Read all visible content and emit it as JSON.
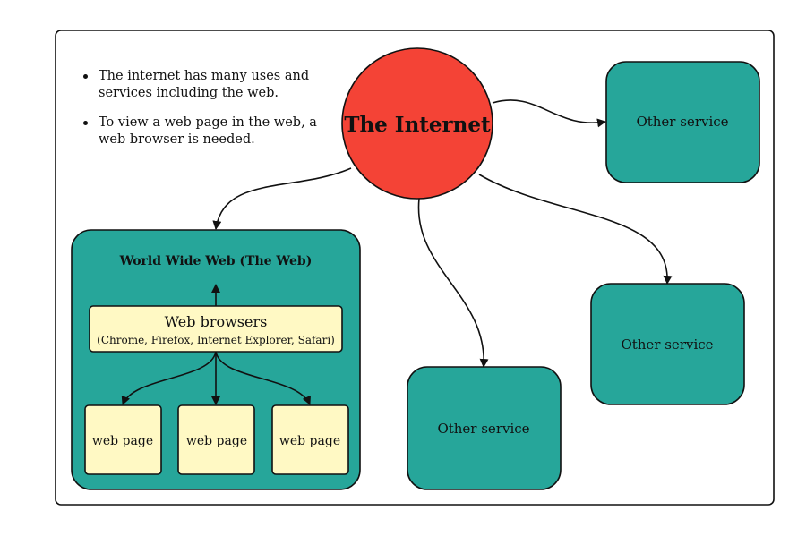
{
  "colors": {
    "internet_fill": "#f44336",
    "service_fill": "#26a69a",
    "browser_fill": "#fff9c4",
    "page_fill": "#fff9c4",
    "stroke": "#111111"
  },
  "notes": [
    "The internet has many uses and services including the web.",
    "To view a web page in the web, a web browser is needed."
  ],
  "internet": {
    "label": "The Internet"
  },
  "web": {
    "title": "World Wide Web (The Web)",
    "browser": {
      "label": "Web browsers",
      "examples": "(Chrome, Firefox, Internet Explorer, Safari)"
    },
    "pages": [
      {
        "label": "web page"
      },
      {
        "label": "web page"
      },
      {
        "label": "web page"
      }
    ]
  },
  "services": [
    {
      "label": "Other service"
    },
    {
      "label": "Other service"
    },
    {
      "label": "Other service"
    }
  ]
}
